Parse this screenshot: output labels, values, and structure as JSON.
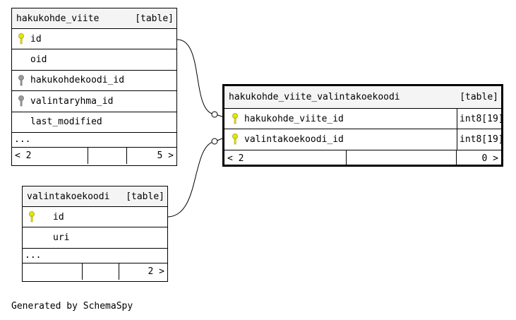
{
  "tables": {
    "hakukohde_viite": {
      "name": "hakukohde_viite",
      "kind": "[table]",
      "columns": [
        "id",
        "oid",
        "hakukohdekoodi_id",
        "valintaryhma_id",
        "last_modified"
      ],
      "ellipsis": "...",
      "footer": {
        "left": "< 2",
        "right": "5 >"
      }
    },
    "valintakoekoodi": {
      "name": "valintakoekoodi",
      "kind": "[table]",
      "columns": [
        "id",
        "uri"
      ],
      "ellipsis": "...",
      "footer": {
        "right": "2 >"
      }
    },
    "hakukohde_viite_valintakoekoodi": {
      "name": "hakukohde_viite_valintakoekoodi",
      "kind": "[table]",
      "columns": [
        {
          "name": "hakukohde_viite_id",
          "type": "int8[19]"
        },
        {
          "name": "valintakoekoodi_id",
          "type": "int8[19]"
        }
      ],
      "footer": {
        "left": "< 2",
        "right": "0 >"
      }
    }
  },
  "icons": {
    "primary_key": "key-yellow-icon",
    "foreign_key": "key-gray-icon"
  },
  "colors": {
    "primary_key": "#e6e600",
    "foreign_key": "#9a9a9a",
    "header_bg": "#f4f4f4"
  },
  "footer_note": "Generated by SchemaSpy"
}
